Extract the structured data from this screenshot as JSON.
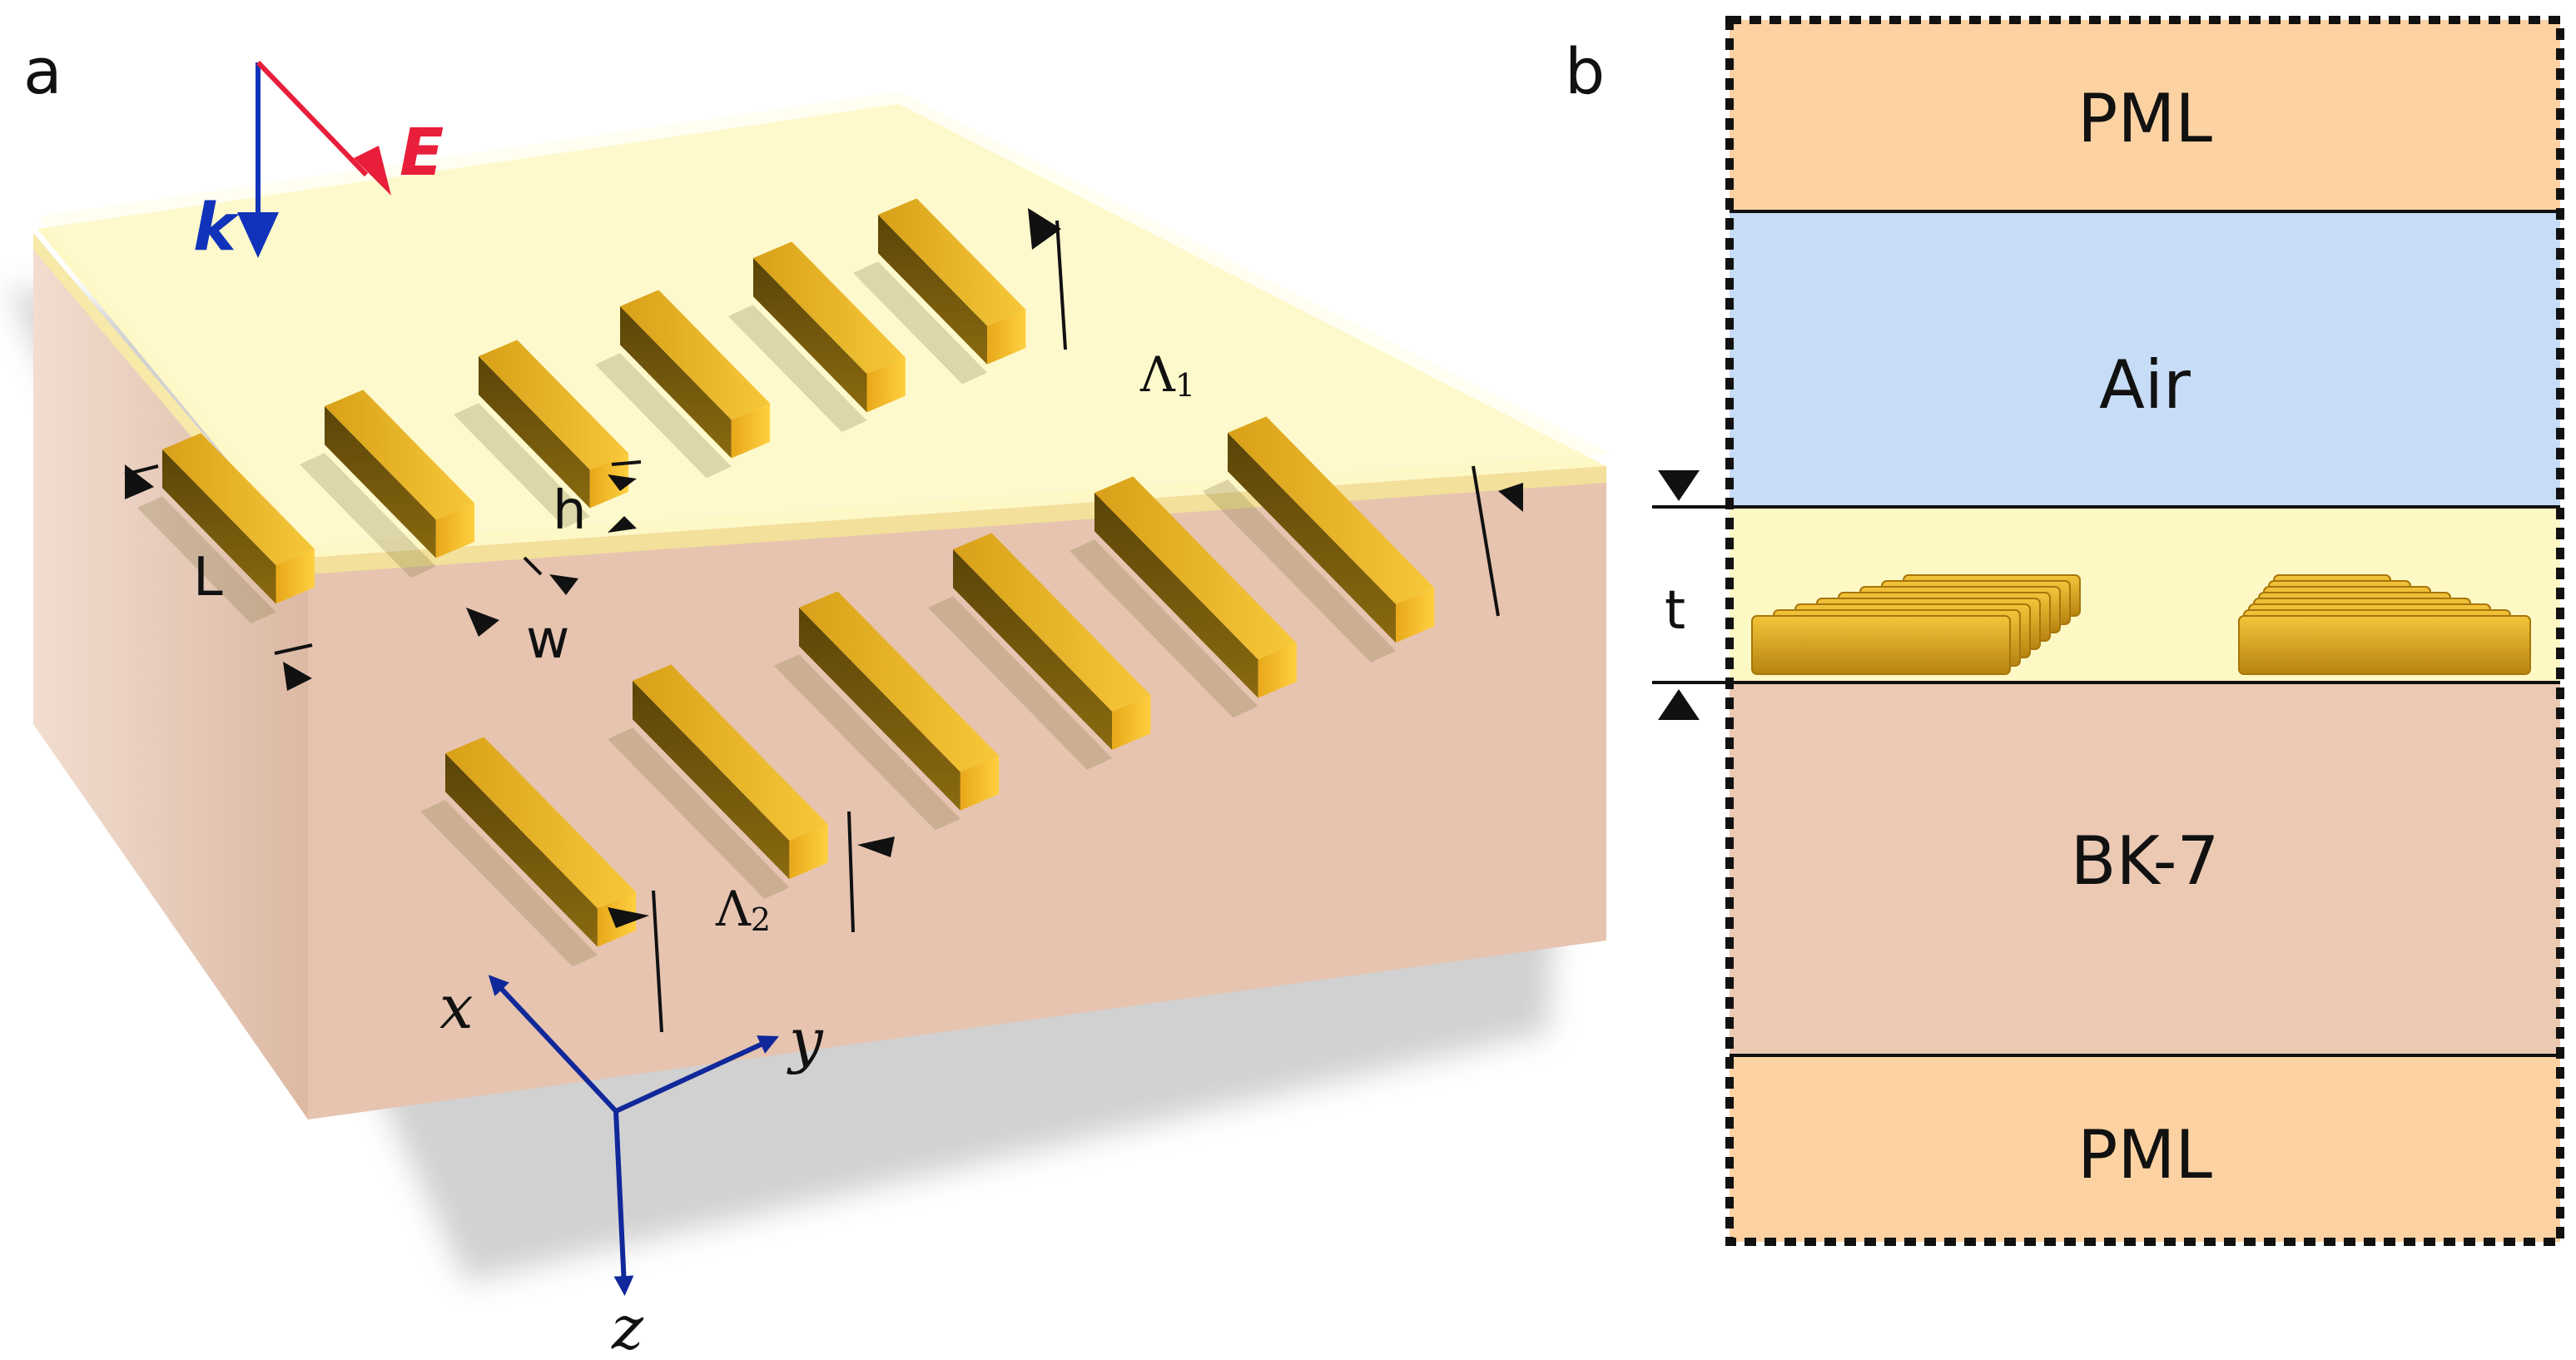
{
  "panel_a": {
    "letter": "a",
    "vectors": {
      "k_label": "k",
      "E_label": "E",
      "k_color": "#1133bb",
      "E_color": "#e81e3a"
    },
    "dimensions": {
      "L": "L",
      "w": "w",
      "h": "h",
      "lambda1": "Λ",
      "lambda1_sub": "1",
      "lambda2": "Λ",
      "lambda2_sub": "2"
    },
    "axes": {
      "x": "x",
      "y": "y",
      "z": "z",
      "color": "#10289a"
    },
    "colors": {
      "film": "#fbf3b4",
      "substrate": "#e8c9b5",
      "gold": "#d9a21c"
    }
  },
  "panel_b": {
    "letter": "b",
    "thickness_label": "t",
    "layers": [
      {
        "label": "PML",
        "color": "#fdd2a2"
      },
      {
        "label": "Air",
        "color": "#c6dcf7"
      },
      {
        "label": "",
        "color": "#fdf8c4"
      },
      {
        "label": "BK-7",
        "color": "#ebc9b3"
      },
      {
        "label": "PML",
        "color": "#fdd2a2"
      }
    ]
  }
}
